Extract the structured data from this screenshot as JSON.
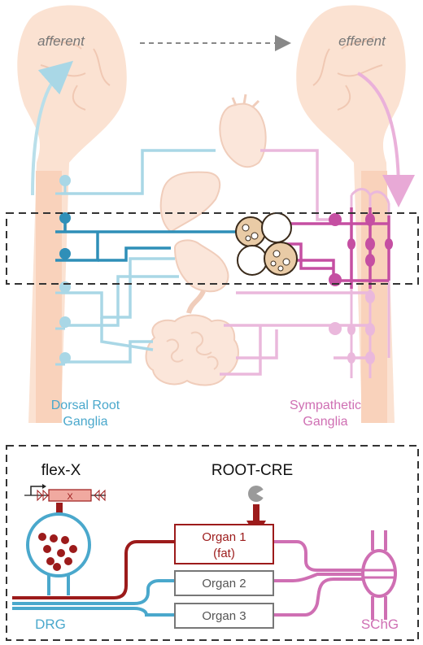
{
  "top_panel": {
    "afferent_label": "afferent",
    "efferent_label": "efferent",
    "left_ganglia_label": {
      "line1": "Dorsal Root",
      "line2": "Ganglia"
    },
    "right_ganglia_label": {
      "line1": "Sympathetic",
      "line2": "Ganglia"
    },
    "organ_icons": [
      "heart-icon",
      "liver-icon",
      "stomach-icon",
      "intestine-icon",
      "fat-cells-icon"
    ]
  },
  "bottom_panel": {
    "construct_label": "flex-X",
    "construct_gene": "X",
    "method_label": "ROOT-CRE",
    "organs": [
      "Organ 1",
      "(fat)",
      "Organ 2",
      "Organ 3"
    ],
    "drg_label": "DRG",
    "schg_label": "SChG"
  },
  "colors": {
    "sensory": "#4aa8cc",
    "sensory_light": "#a9d7e6",
    "sympathetic": "#cf6fb3",
    "sympathetic_light": "#eab8dc",
    "target": "#9c1b1b",
    "skin": "#fbe2d2",
    "dashed_box": "#333333"
  }
}
